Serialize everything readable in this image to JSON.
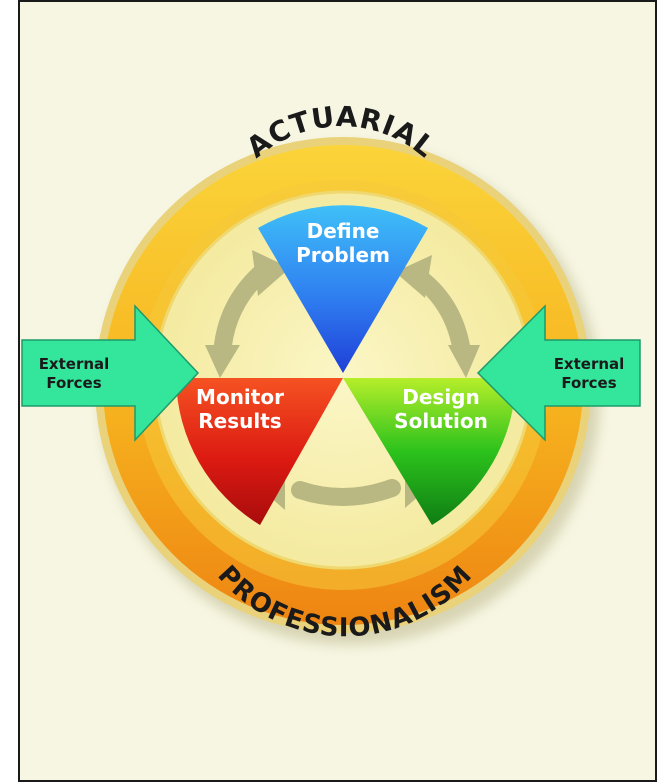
{
  "diagram": {
    "ring_top_label": "ACTUARIAL",
    "ring_bottom_label": "PROFESSIONALISM",
    "segments": [
      {
        "id": "define",
        "line1": "Define",
        "line2": "Problem",
        "color": "#2f6ee8"
      },
      {
        "id": "design",
        "line1": "Design",
        "line2": "Solution",
        "color": "#1fb21a"
      },
      {
        "id": "monitor",
        "line1": "Monitor",
        "line2": "Results",
        "color": "#d91c12"
      }
    ],
    "left_arrow": {
      "line1": "External",
      "line2": "Forces",
      "color": "#2ee89a"
    },
    "right_arrow": {
      "line1": "External",
      "line2": "Forces",
      "color": "#2ee89a"
    }
  }
}
